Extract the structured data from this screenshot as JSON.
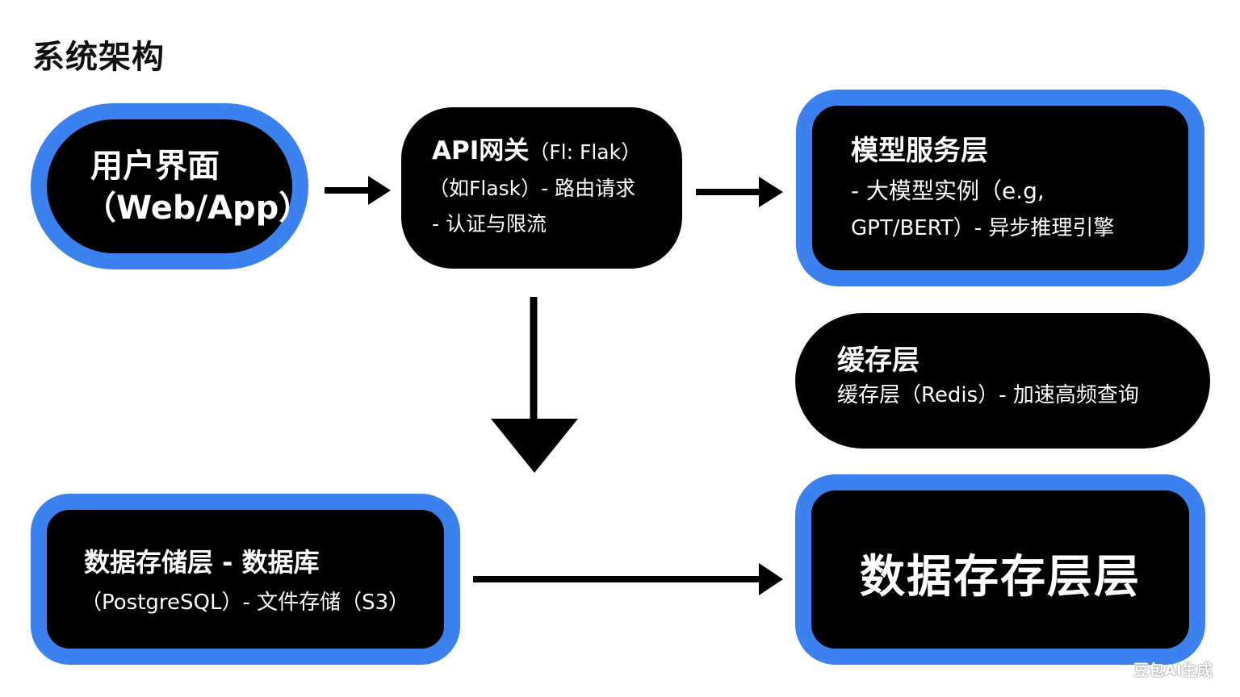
{
  "diagram": {
    "title": "系统架构",
    "nodes": {
      "user": {
        "line1": "用户界面",
        "line2": "（Web/App）"
      },
      "api_gateway": {
        "line1_main": "API网关",
        "line1_note": "（Fl: Flak）",
        "line2": "（如Flask）- 路由请求",
        "line3": "- 认证与限流"
      },
      "model_service": {
        "line1": "模型服务层",
        "line2": "- 大模型实例（e.g,",
        "line3": "GPT/BERT）- 异步推理引擎"
      },
      "cache": {
        "line1": "缓存层",
        "line2": "缓存层（Redis）- 加速高频查询"
      },
      "data_storage": {
        "line1": "数据存储层 - 数据库",
        "line2": "（PostgreSQL）- 文件存储（S3）"
      },
      "data_storage_right": {
        "label": "数据存存层层"
      }
    },
    "edges": [
      {
        "from": "user",
        "to": "api_gateway"
      },
      {
        "from": "api_gateway",
        "to": "model_service"
      },
      {
        "from": "api_gateway",
        "to": "data_storage"
      },
      {
        "from": "data_storage",
        "to": "data_storage_right"
      }
    ],
    "colors": {
      "node_fill": "#000000",
      "node_border": "#3b82f0",
      "arrow": "#000000",
      "text": "#ffffff"
    }
  },
  "watermark": "豆包AI生成"
}
